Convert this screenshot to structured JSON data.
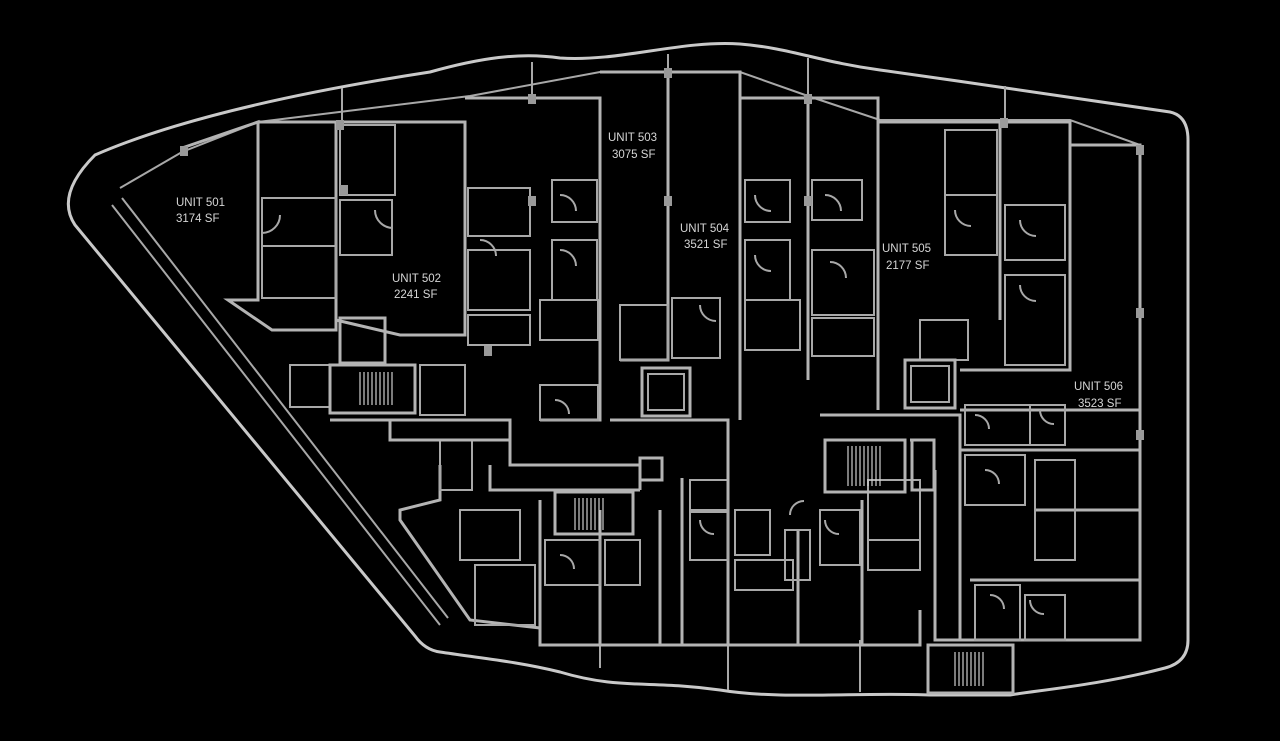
{
  "colors": {
    "background": "#000000",
    "lines": "#c9c9c9"
  },
  "units": [
    {
      "name": "UNIT 501",
      "area": "3174 SF"
    },
    {
      "name": "UNIT 502",
      "area": "2241 SF"
    },
    {
      "name": "UNIT 503",
      "area": "3075 SF"
    },
    {
      "name": "UNIT 504",
      "area": "3521 SF"
    },
    {
      "name": "UNIT 505",
      "area": "2177 SF"
    },
    {
      "name": "UNIT 506",
      "area": "3523 SF"
    }
  ]
}
